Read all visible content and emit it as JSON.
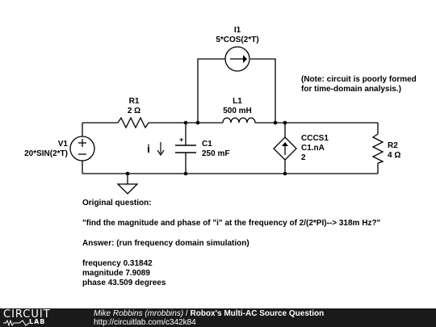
{
  "components": {
    "i1": {
      "name": "I1",
      "value": "5*COS(2*T)"
    },
    "r1": {
      "name": "R1",
      "value": "2 Ω"
    },
    "l1": {
      "name": "L1",
      "value": "500 mH"
    },
    "v1": {
      "name": "V1",
      "value": "20*SIN(2*T)"
    },
    "c1": {
      "name": "C1",
      "value": "250 mF"
    },
    "cccs1": {
      "name": "CCCS1",
      "value": "C1.nA",
      "gain": "2"
    },
    "r2": {
      "name": "R2",
      "value": "4 Ω"
    }
  },
  "current_label": "i",
  "note": {
    "line1": "(Note: circuit is poorly formed",
    "line2": "for time-domain analysis.)"
  },
  "question": {
    "heading": "Original question:",
    "text": "\"find the magnitude and phase of \"i\" at the frequency of 2/(2*PI)--> 318m Hz?\"",
    "answer": "Answer: (run frequency domain simulation)",
    "frequency": "frequency 0.31842",
    "magnitude": "magnitude 7.9089",
    "phase": "phase 43.509 degrees"
  },
  "footer": {
    "logo_top": "CIRCUIT",
    "logo_bottom": "LAB",
    "author": "Mike Robbins (mrobbins)",
    "separator": " / ",
    "title": "Robox's Multi-AC Source Question",
    "url": "http://circuitlab.com/c342k84"
  }
}
